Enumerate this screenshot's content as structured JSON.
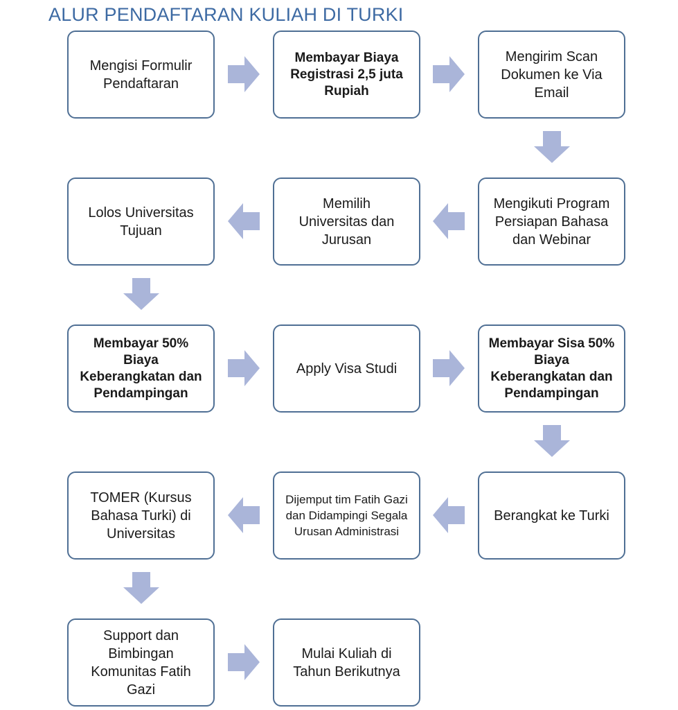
{
  "title": "ALUR PENDAFTARAN KULIAH DI TURKI",
  "colors": {
    "title": "#3d6aa3",
    "box_border": "#4f6f94",
    "arrow": "#aab5d9"
  },
  "steps": {
    "s1": "Mengisi Formulir Pendaftaran",
    "s2": "Membayar Biaya Registrasi 2,5 juta Rupiah",
    "s3": "Mengirim Scan Dokumen ke Via Email",
    "s4": "Mengikuti Program Persiapan Bahasa dan Webinar",
    "s5": "Memilih Universitas dan Jurusan",
    "s6": "Lolos Universitas Tujuan",
    "s7": "Membayar 50% Biaya Keberangkatan dan Pendampingan",
    "s8": "Apply Visa Studi",
    "s9": "Membayar Sisa 50% Biaya Keberangkatan dan Pendampingan",
    "s10": "Berangkat ke Turki",
    "s11": "Dijemput tim Fatih Gazi dan Didampingi Segala Urusan Administrasi",
    "s12": "TOMER (Kursus Bahasa Turki) di Universitas",
    "s13": "Support dan Bimbingan Komunitas Fatih Gazi",
    "s14": "Mulai Kuliah di Tahun Berikutnya"
  },
  "icons": {
    "arrow_right": "arrow-right-icon",
    "arrow_left": "arrow-left-icon",
    "arrow_down": "arrow-down-icon"
  }
}
